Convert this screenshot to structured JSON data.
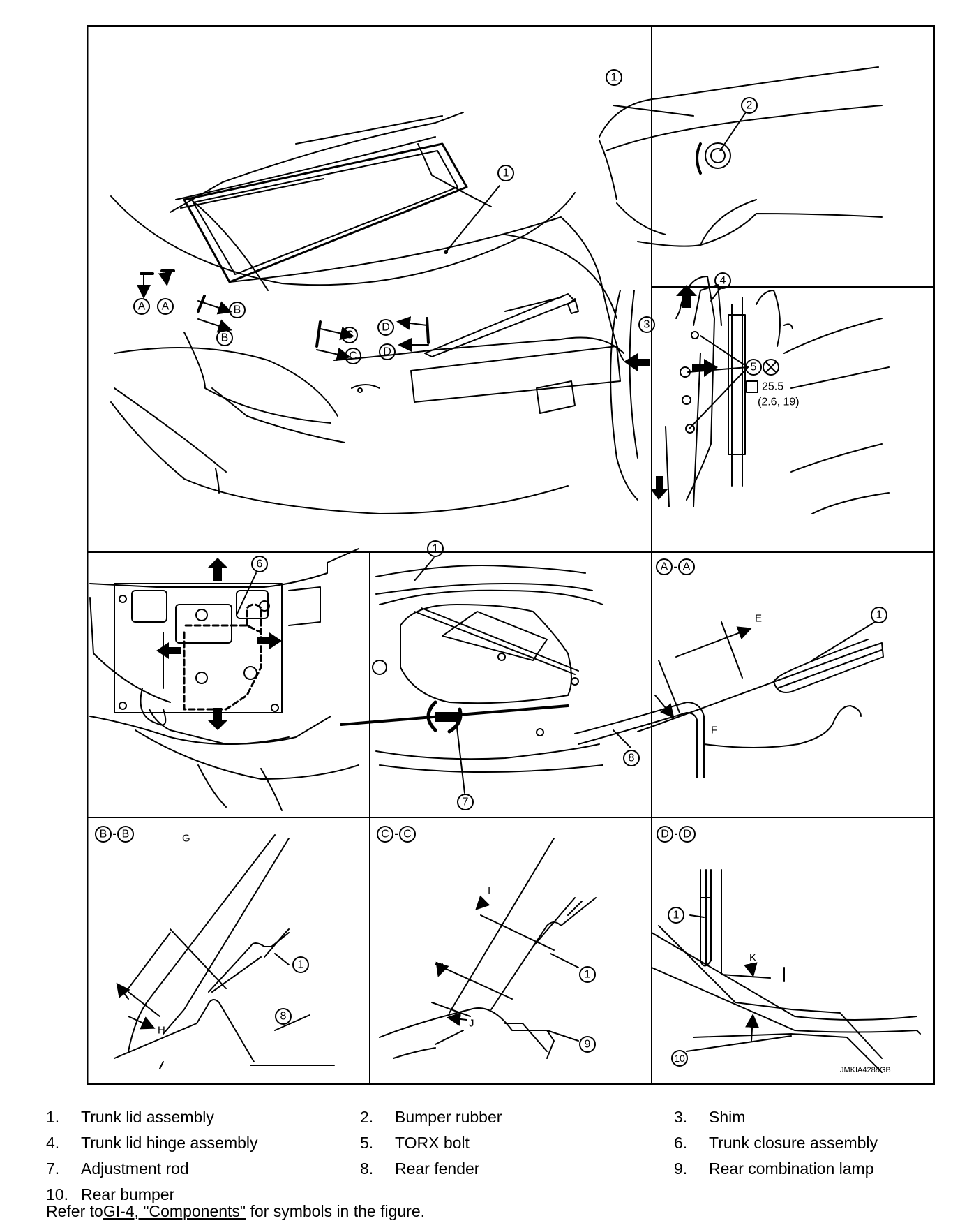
{
  "figure": {
    "code": "JMKIA4288GB",
    "torque": {
      "value": "25.5",
      "alt": "(2.6, 19)"
    },
    "panel_labels": {
      "aa": {
        "left": "A",
        "sep": "-",
        "right": "A"
      },
      "bb": {
        "left": "B",
        "sep": "-",
        "right": "B"
      },
      "cc": {
        "left": "C",
        "sep": "-",
        "right": "C"
      },
      "dd": {
        "left": "D",
        "sep": "-",
        "right": "D"
      }
    },
    "gap_letters": [
      "E",
      "F",
      "G",
      "H",
      "I",
      "J",
      "K"
    ],
    "callout_numbers": [
      "1",
      "2",
      "3",
      "4",
      "5",
      "6",
      "7",
      "8",
      "9",
      "10"
    ],
    "section_markers": [
      "A",
      "B",
      "C",
      "D"
    ]
  },
  "legend": [
    {
      "num": "1.",
      "label": "Trunk lid assembly"
    },
    {
      "num": "2.",
      "label": "Bumper rubber"
    },
    {
      "num": "3.",
      "label": "Shim"
    },
    {
      "num": "4.",
      "label": "Trunk lid hinge assembly"
    },
    {
      "num": "5.",
      "label": "TORX bolt"
    },
    {
      "num": "6.",
      "label": "Trunk closure assembly"
    },
    {
      "num": "7.",
      "label": "Adjustment rod"
    },
    {
      "num": "8.",
      "label": "Rear fender"
    },
    {
      "num": "9.",
      "label": "Rear combination lamp"
    },
    {
      "num": "10.",
      "label": "Rear bumper"
    }
  ],
  "refer": {
    "prefix": "Refer to",
    "link": "GI-4, \"Components\"",
    "suffix": " for symbols in the figure."
  }
}
